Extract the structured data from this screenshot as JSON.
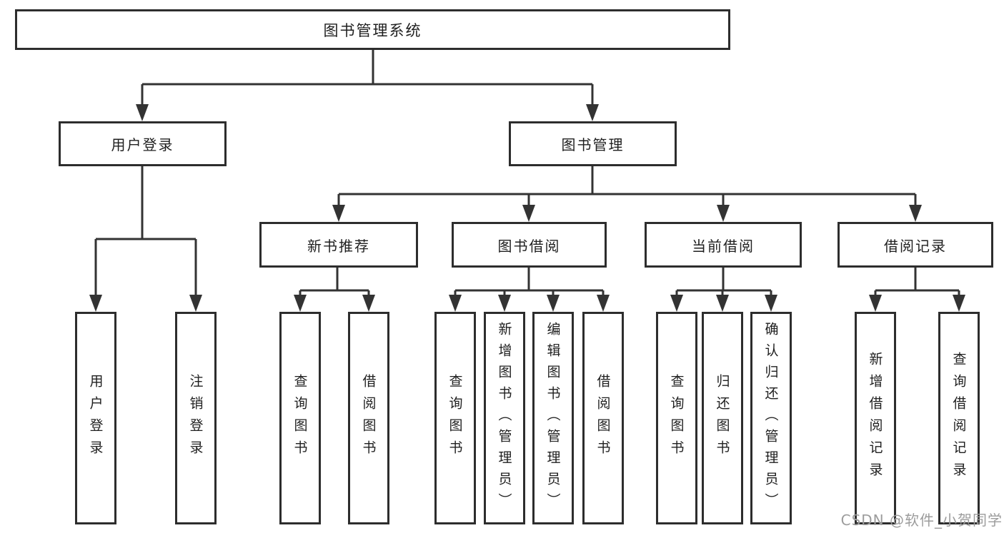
{
  "colors": {
    "background": "#ffffff",
    "line": "#333333",
    "box_border": "#2d2d2d",
    "text": "#1f1f1f",
    "watermark_text": "#9c9c9c"
  },
  "nodes": {
    "root": "图书管理系统",
    "user_login": "用户登录",
    "book_management": "图书管理",
    "new_book_recommend": "新书推荐",
    "book_borrowing": "图书借阅",
    "current_borrowing": "当前借阅",
    "borrowing_records": "借阅记录",
    "leaf_user_login": "用户登录",
    "leaf_logout": "注销登录",
    "leaf_recommend_query_books": "查询图书",
    "leaf_recommend_borrow_books": "借阅图书",
    "leaf_borrowing_query_books": "查询图书",
    "leaf_borrowing_add_books": "新增图书（管理员）",
    "leaf_borrowing_edit_books": "编辑图书（管理员）",
    "leaf_borrowing_borrow_books": "借阅图书",
    "leaf_current_query_books": "查询图书",
    "leaf_current_return_books": "归还图书",
    "leaf_current_confirm_return": "确认归还（管理员）",
    "leaf_records_add_record": "新增借阅记录",
    "leaf_records_query_record": "查询借阅记录"
  },
  "watermark": "CSDN @软件_小贺同学"
}
